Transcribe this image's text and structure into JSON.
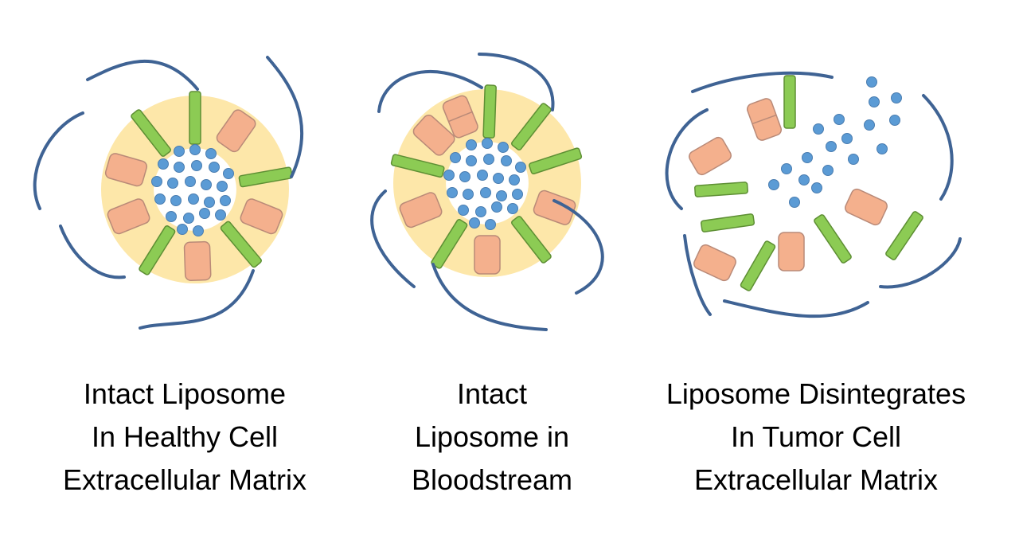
{
  "panels": [
    {
      "caption": [
        "Intact Liposome",
        "In Healthy Cell",
        "Extracellular Matrix"
      ]
    },
    {
      "caption": [
        "Intact",
        "Liposome in",
        "Bloodstream"
      ]
    },
    {
      "caption": [
        "Liposome Disintegrates",
        "In Tumor Cell",
        "Extracellular Matrix"
      ]
    }
  ],
  "colors": {
    "matrix_fiber": "#3F6394",
    "liposome_core": "#FDE7A9",
    "orange_lipid": "#F4B08D",
    "orange_lipid_stroke": "#B98A78",
    "green_lipid": "#8CCB54",
    "green_lipid_stroke": "#5E8F34",
    "drug_molecule": "#5B9BD5",
    "drug_molecule_stroke": "#4A7DB0",
    "background": "#FFFFFF",
    "text": "#000000"
  }
}
